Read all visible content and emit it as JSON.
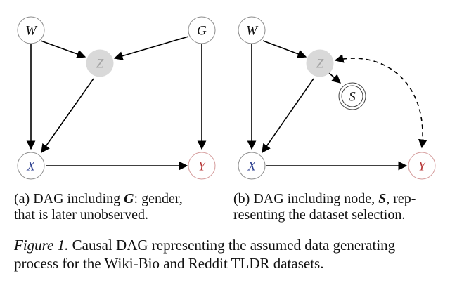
{
  "panels": [
    {
      "nodes": {
        "W": "W",
        "G": "G",
        "Z": "Z",
        "X": "X",
        "Y": "Y"
      },
      "caption": {
        "prefix": "(a) DAG including ",
        "variable": "G",
        "line1_rest": ":  gender,",
        "line2": "that is later unobserved."
      }
    },
    {
      "nodes": {
        "W": "W",
        "Z": "Z",
        "S": "S",
        "X": "X",
        "Y": "Y"
      },
      "caption": {
        "prefix": "(b) DAG including node, ",
        "variable": "S",
        "line1_rest": ", rep-",
        "line2": "resenting the dataset selection."
      }
    }
  ],
  "figure_caption": {
    "label": "Figure 1.",
    "text": " Causal DAG representing the assumed data generating",
    "line2": "process for the Wiki-Bio and Reddit TLDR datasets."
  },
  "colors": {
    "edge": "#000000",
    "node_border": "#8c8c8c",
    "latent_fill": "#d9d9d9",
    "latent_text": "#a6a6a6",
    "X": "#2c3f8f",
    "Y": "#b83a3a"
  }
}
